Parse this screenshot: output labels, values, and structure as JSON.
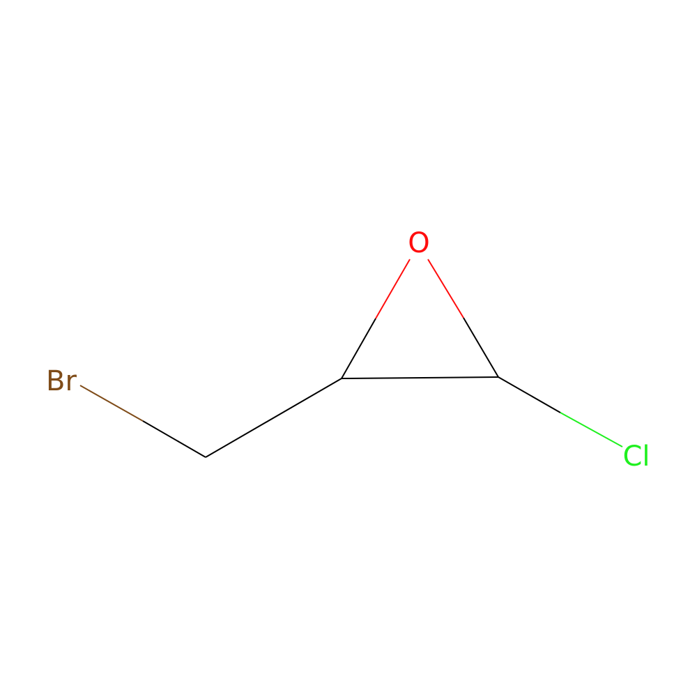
{
  "molecule": {
    "atoms": {
      "br": {
        "label": "Br",
        "color": "#7F4C19"
      },
      "o": {
        "label": "O",
        "color": "#FF0D0D"
      },
      "cl": {
        "label": "Cl",
        "color": "#1FF01F"
      }
    },
    "bond_color": "#000000",
    "background": "#FFFFFF"
  }
}
